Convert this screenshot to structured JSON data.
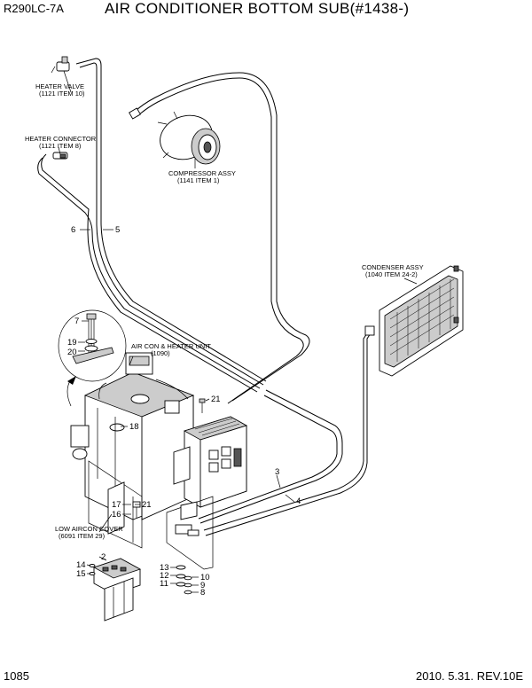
{
  "header": {
    "model": "R290LC-7A",
    "title": "AIR CONDITIONER BOTTOM SUB(#1438-)"
  },
  "footer": {
    "page_number": "1085",
    "revision": "2010. 5.31.  REV.10E"
  },
  "callouts": {
    "heater_valve": {
      "name": "HEATER VALVE",
      "ref": "(1121 ITEM 10)"
    },
    "heater_connector": {
      "name": "HEATER CONNECTOR",
      "ref": "(1121 ITEM 8)"
    },
    "compressor_assy": {
      "name": "COMPRESSOR ASSY",
      "ref": "(1141 ITEM 1)"
    },
    "condenser_assy": {
      "name": "CONDENSER ASSY",
      "ref": "(1040 ITEM 24-2)"
    },
    "aircon_heater_unit": {
      "name": "AIR CON & HEATER UNIT",
      "ref": "(1090)"
    },
    "low_aircon_cover": {
      "name": "LOW AIRCON COVER",
      "ref": "(6091 ITEM 29)"
    }
  },
  "part_numbers": {
    "p2": "2",
    "p3": "3",
    "p4": "4",
    "p5": "5",
    "p6": "6",
    "p7": "7",
    "p8": "8",
    "p9": "9",
    "p10": "10",
    "p11": "11",
    "p12": "12",
    "p13": "13",
    "p14": "14",
    "p15": "15",
    "p16": "16",
    "p17": "17",
    "p18": "18",
    "p19": "19",
    "p20": "20",
    "p21a": "21",
    "p21b": "21"
  }
}
